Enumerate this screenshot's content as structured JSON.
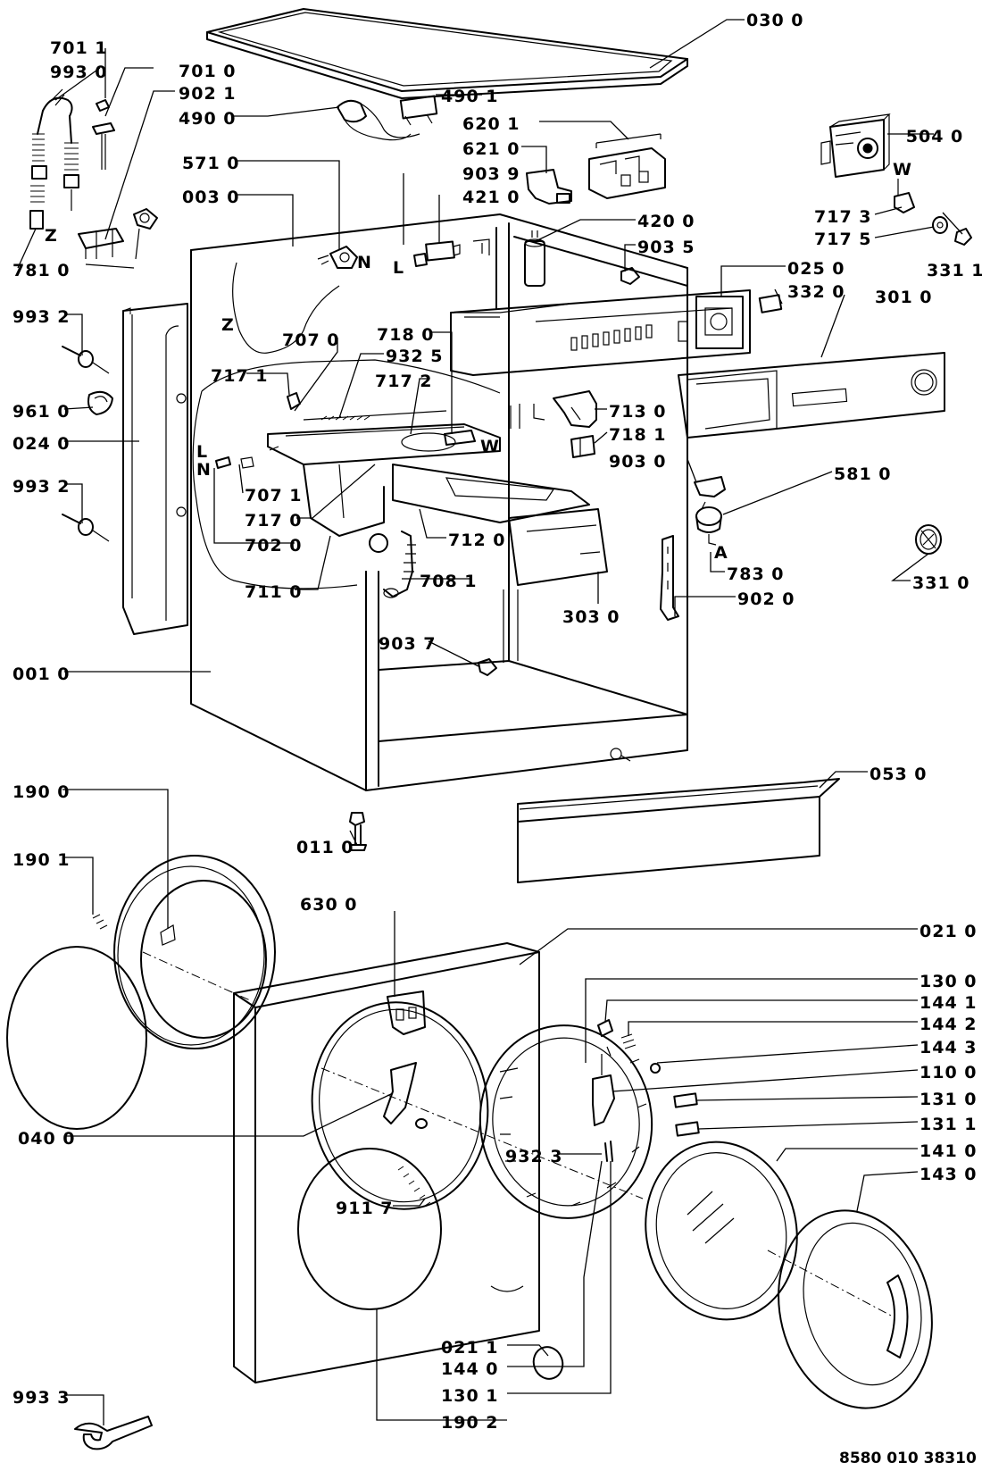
{
  "labels": [
    {
      "id": "l0300",
      "text": "030 0"
    },
    {
      "id": "l7011",
      "text": "701 1"
    },
    {
      "id": "l9930",
      "text": "993 0"
    },
    {
      "id": "l7010",
      "text": "701 0"
    },
    {
      "id": "l9021",
      "text": "902 1"
    },
    {
      "id": "l4901",
      "text": "490 1"
    },
    {
      "id": "l4900",
      "text": "490 0"
    },
    {
      "id": "l6201",
      "text": "620 1"
    },
    {
      "id": "l5040",
      "text": "504 0"
    },
    {
      "id": "l6210",
      "text": "621 0"
    },
    {
      "id": "l5710",
      "text": "571 0"
    },
    {
      "id": "l9039",
      "text": "903 9"
    },
    {
      "id": "l0030",
      "text": "003 0"
    },
    {
      "id": "l4210",
      "text": "421 0"
    },
    {
      "id": "l7173",
      "text": "717 3"
    },
    {
      "id": "l4200",
      "text": "420 0"
    },
    {
      "id": "l7175",
      "text": "717 5"
    },
    {
      "id": "l9035",
      "text": "903 5"
    },
    {
      "id": "l7810",
      "text": "781 0"
    },
    {
      "id": "l0250",
      "text": "025 0"
    },
    {
      "id": "l3311",
      "text": "331 1"
    },
    {
      "id": "l3320",
      "text": "332 0"
    },
    {
      "id": "l9932a",
      "text": "993 2"
    },
    {
      "id": "l3010",
      "text": "301 0"
    },
    {
      "id": "l7180",
      "text": "718 0"
    },
    {
      "id": "l7070",
      "text": "707 0"
    },
    {
      "id": "l9325",
      "text": "932 5"
    },
    {
      "id": "l7171",
      "text": "717 1"
    },
    {
      "id": "l7172",
      "text": "717 2"
    },
    {
      "id": "l9610",
      "text": "961 0"
    },
    {
      "id": "l7130",
      "text": "713 0"
    },
    {
      "id": "l0240",
      "text": "024 0"
    },
    {
      "id": "l7181",
      "text": "718 1"
    },
    {
      "id": "l9030",
      "text": "903 0"
    },
    {
      "id": "l9932b",
      "text": "993 2"
    },
    {
      "id": "l5810",
      "text": "581 0"
    },
    {
      "id": "l7071",
      "text": "707 1"
    },
    {
      "id": "l7170",
      "text": "717 0"
    },
    {
      "id": "l7120",
      "text": "712 0"
    },
    {
      "id": "l7020",
      "text": "702 0"
    },
    {
      "id": "l7830",
      "text": "783 0"
    },
    {
      "id": "l3310",
      "text": "331 0"
    },
    {
      "id": "l7081",
      "text": "708 1"
    },
    {
      "id": "l7110",
      "text": "711 0"
    },
    {
      "id": "l9020",
      "text": "902 0"
    },
    {
      "id": "l3030",
      "text": "303 0"
    },
    {
      "id": "l9037",
      "text": "903 7"
    },
    {
      "id": "l0010",
      "text": "001 0"
    },
    {
      "id": "l0530",
      "text": "053 0"
    },
    {
      "id": "l1900",
      "text": "190 0"
    },
    {
      "id": "l0110",
      "text": "011 0"
    },
    {
      "id": "l1901",
      "text": "190 1"
    },
    {
      "id": "l6300",
      "text": "630 0"
    },
    {
      "id": "l0210",
      "text": "021 0"
    },
    {
      "id": "l1300",
      "text": "130 0"
    },
    {
      "id": "l1441",
      "text": "144 1"
    },
    {
      "id": "l1442",
      "text": "144 2"
    },
    {
      "id": "l1443",
      "text": "144 3"
    },
    {
      "id": "l1100",
      "text": "110 0"
    },
    {
      "id": "l1310",
      "text": "131 0"
    },
    {
      "id": "l1311",
      "text": "131 1"
    },
    {
      "id": "l0400",
      "text": "040 0"
    },
    {
      "id": "l1410",
      "text": "141 0"
    },
    {
      "id": "l1430",
      "text": "143 0"
    },
    {
      "id": "l9323",
      "text": "932 3"
    },
    {
      "id": "l9117",
      "text": "911 7"
    },
    {
      "id": "l9933",
      "text": "993 3"
    },
    {
      "id": "l0211",
      "text": "021 1"
    },
    {
      "id": "l1440",
      "text": "144 0"
    },
    {
      "id": "l1301",
      "text": "130 1"
    },
    {
      "id": "l1902",
      "text": "190 2"
    }
  ],
  "markers": [
    {
      "id": "mZ1",
      "text": "Z"
    },
    {
      "id": "mZ2",
      "text": "Z"
    },
    {
      "id": "mN1",
      "text": "N"
    },
    {
      "id": "mL1",
      "text": "L"
    },
    {
      "id": "mW1",
      "text": "W"
    },
    {
      "id": "mW2",
      "text": "W"
    },
    {
      "id": "mL2",
      "text": "L"
    },
    {
      "id": "mN2",
      "text": "N"
    },
    {
      "id": "mA",
      "text": "A"
    }
  ],
  "drawing_code": "8580 010 38310"
}
